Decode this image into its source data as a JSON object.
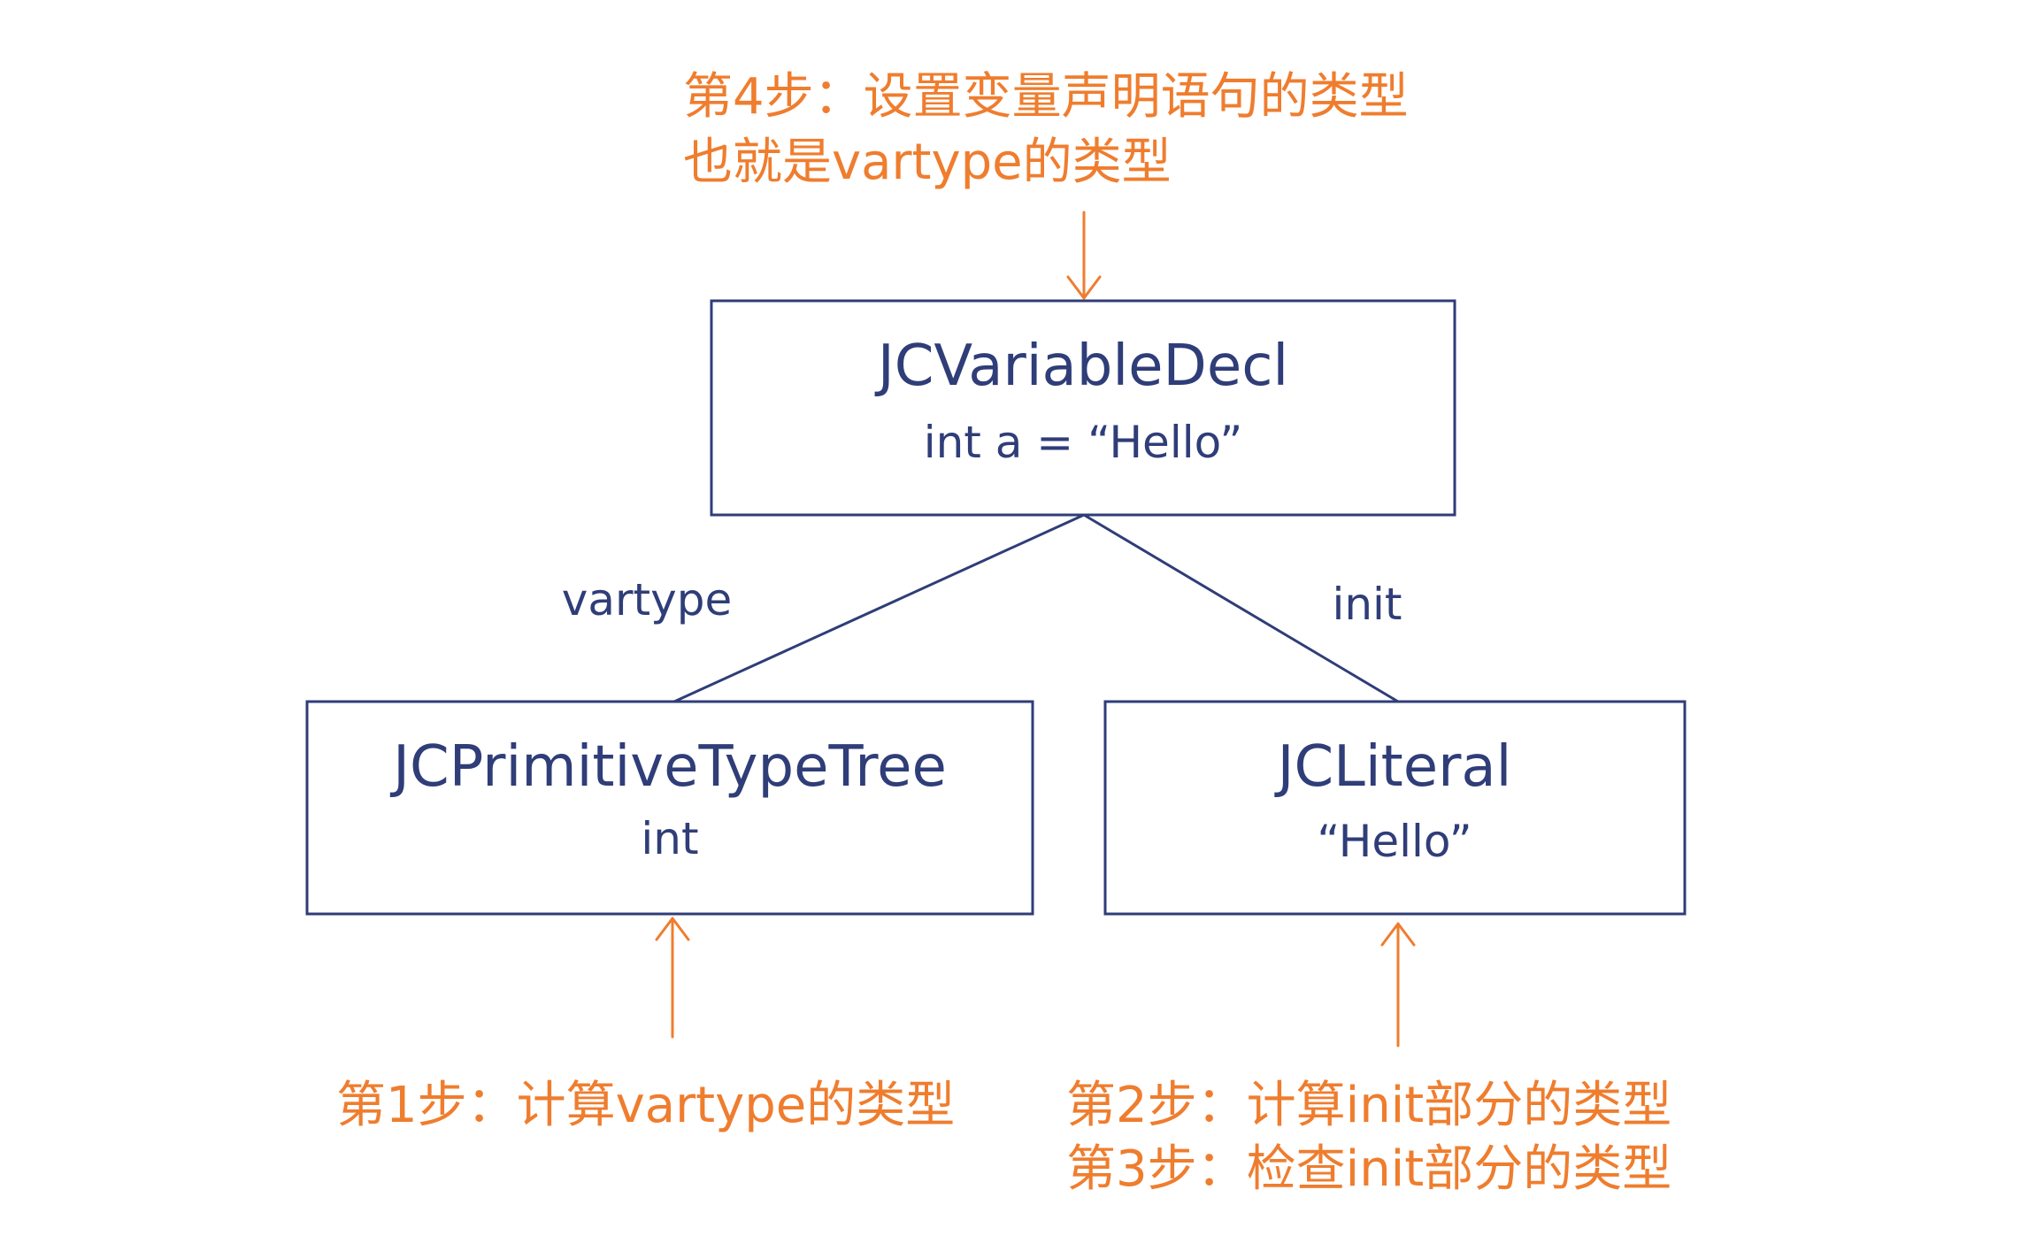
{
  "colors": {
    "node": "#2f3d78",
    "annotation": "#ef7d2e",
    "background": "#ffffff"
  },
  "nodes": {
    "root": {
      "title": "JCVariableDecl",
      "subtitle": "int a = “Hello”"
    },
    "left": {
      "title": "JCPrimitiveTypeTree",
      "subtitle": "int"
    },
    "right": {
      "title": "JCLiteral",
      "subtitle": "“Hello”"
    }
  },
  "edges": {
    "left_label": "vartype",
    "right_label": "init"
  },
  "annotations": {
    "top": [
      "第4步：设置变量声明语句的类型",
      "也就是vartype的类型"
    ],
    "bottom_left": [
      "第1步：计算vartype的类型"
    ],
    "bottom_right": [
      "第2步：计算init部分的类型",
      "第3步：检查init部分的类型"
    ]
  }
}
